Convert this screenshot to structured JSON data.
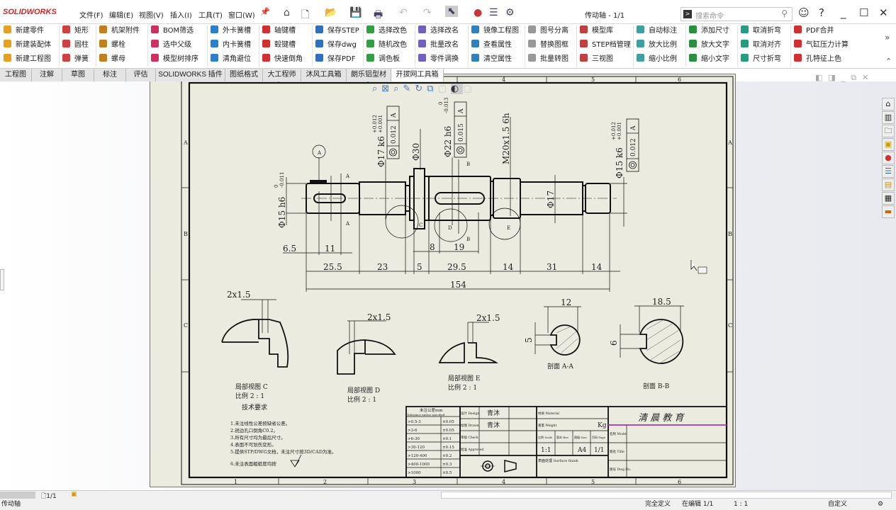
{
  "app": {
    "logo": "SOLIDWORKS",
    "title": "传动轴 - 1/1"
  },
  "menus": [
    "文件(F)",
    "编辑(E)",
    "视图(V)",
    "插入(I)",
    "工具(T)",
    "窗口(W)"
  ],
  "search": {
    "placeholder": "搜索命令"
  },
  "ribbon": [
    [
      "新建零件",
      "新建装配体",
      "新建工程图"
    ],
    [
      "矩形",
      "圆柱",
      "弹簧"
    ],
    [
      "机架附件",
      "螺栓",
      "螺母"
    ],
    [
      "BOM筛选",
      "选中父级",
      "模型树排序"
    ],
    [
      "外卡簧槽",
      "内卡簧槽",
      "清角避位"
    ],
    [
      "轴键槽",
      "毂键槽",
      "快速倒角"
    ],
    [
      "保存STEP",
      "保存dwg",
      "保存PDF"
    ],
    [
      "选择改色",
      "随机改色",
      "调色板"
    ],
    [
      "选择改名",
      "批量改名",
      "零件调换"
    ],
    [
      "镜像工程图",
      "查看属性",
      "清空属性"
    ],
    [
      "图号分离",
      "替换图框",
      "批量转图"
    ],
    [
      "模型库",
      "STEP档管理",
      "三视图"
    ],
    [
      "自动标注",
      "放大比例",
      "缩小比例"
    ],
    [
      "添加尺寸",
      "放大文字",
      "缩小文字"
    ],
    [
      "取消折弯",
      "取消对齐",
      "尺寸折弯"
    ],
    [
      "PDF合并",
      "气缸压力计算",
      "孔特征上色"
    ]
  ],
  "tabs": [
    "工程图",
    "注解",
    "草图",
    "标注",
    "评估",
    "SOLIDWORKS 插件",
    "图纸格式",
    "大工程师",
    "沐风工具箱",
    "朗乐铝型材",
    "开拔网工具箱"
  ],
  "active_tab": "开拔网工具箱",
  "drawing": {
    "zones_x": [
      "1",
      "2",
      "3",
      "4",
      "5",
      "6"
    ],
    "zones_y": [
      "A",
      "B",
      "C"
    ],
    "dims": {
      "d1": "Φ15 h6",
      "d1_tol": [
        "0",
        "-0.011"
      ],
      "d2": "Φ17 k6",
      "d2_tol": [
        "+0.012",
        "+0.001"
      ],
      "d3": "Φ30",
      "d4": "Φ22 h6",
      "d4_tol": [
        "0",
        "-0.013"
      ],
      "thread": "M20x1.5 6h",
      "d5": "Φ17",
      "d6": "Φ15 k6",
      "d6_tol": [
        "+0.012",
        "+0.001"
      ],
      "l1": "6.5",
      "l2": "11",
      "l3": "25.5",
      "l4": "23",
      "l5": "5",
      "l6": "29.5",
      "l7": "14",
      "l8": "31",
      "l9": "14",
      "total": "154",
      "l10": "8",
      "l11": "19",
      "cham1": "2x1.5",
      "cham2": "2x1.5",
      "cham3": "2x1.5",
      "key_a_w": "12",
      "key_a_d": "5",
      "key_b_w": "18.5",
      "key_b_d": "6"
    },
    "gtol": [
      {
        "value": "0.012",
        "datum": "A"
      },
      {
        "value": "0.015",
        "datum": "A"
      },
      {
        "value": "0.012",
        "datum": "A"
      }
    ],
    "datum": "A",
    "labels": {
      "A": "A",
      "B": "B",
      "C": "C",
      "D": "D",
      "E": "E"
    },
    "detail_c": [
      "局部视图 C",
      "比例 2 : 1"
    ],
    "detail_d": [
      "局部视图 D",
      "比例 2 : 1"
    ],
    "detail_e": [
      "局部视图 E",
      "比例 2 : 1"
    ],
    "section_a": "剖面 A-A",
    "section_b": "剖面 B-B",
    "notes_title": "技术要求",
    "notes": [
      "1.未注线性公差按缺省公差。",
      "2.锐边孔口倒角C0.2。",
      "3.所有尺寸均为最后尺寸。",
      "4.表面不可划伤变形。",
      "5.提供STP/DWG文档，未注尺寸按3D/CAD为准。",
      "6.未注表面粗糙度均按"
    ]
  },
  "title_block": {
    "tol_header": "未注公差mm",
    "tol_header_en": "Tolerance unless specified",
    "tol_rows": [
      [
        ">0.5-3",
        "±0.05"
      ],
      [
        ">3-6",
        "±0.05"
      ],
      [
        ">6-30",
        "±0.1"
      ],
      [
        ">30-120",
        "±0.15"
      ],
      [
        ">120-400",
        "±0.2"
      ],
      [
        ">400-1000",
        "±0.3"
      ],
      [
        ">1000",
        "±0.5"
      ]
    ],
    "design_label": "设计 Design",
    "design": "青沐",
    "drawn_label": "绘图 Drawn",
    "drawn": "青沐",
    "check_label": "审核 Check",
    "approved_label": "批准 Approved",
    "material_label": "材质 Material",
    "weight_label": "重量 Weight",
    "weight_unit": "Kg",
    "scale_label": "比例 Scale",
    "rev_label": "版本 Rev.",
    "size_label": "图幅 Size",
    "page_label": "页码 Page",
    "scale": "1:1",
    "size": "A4",
    "page": "1/1",
    "surface_label": "表面处理 Surface finish",
    "company": "清 晨 教 育",
    "model_label": "名称 Model",
    "title_label": "图名 Title",
    "dwgno_label": "图号 Dwg.No."
  },
  "sheet_tab": "1/1",
  "status": {
    "left": "传动轴",
    "defined": "完全定义",
    "editing": "在编辑 1/1",
    "scale": "1 : 1",
    "units": "自定义"
  },
  "colors": {
    "sheet": "#ecebdf",
    "company": "#2a6fd6",
    "logo": "#d22222"
  }
}
